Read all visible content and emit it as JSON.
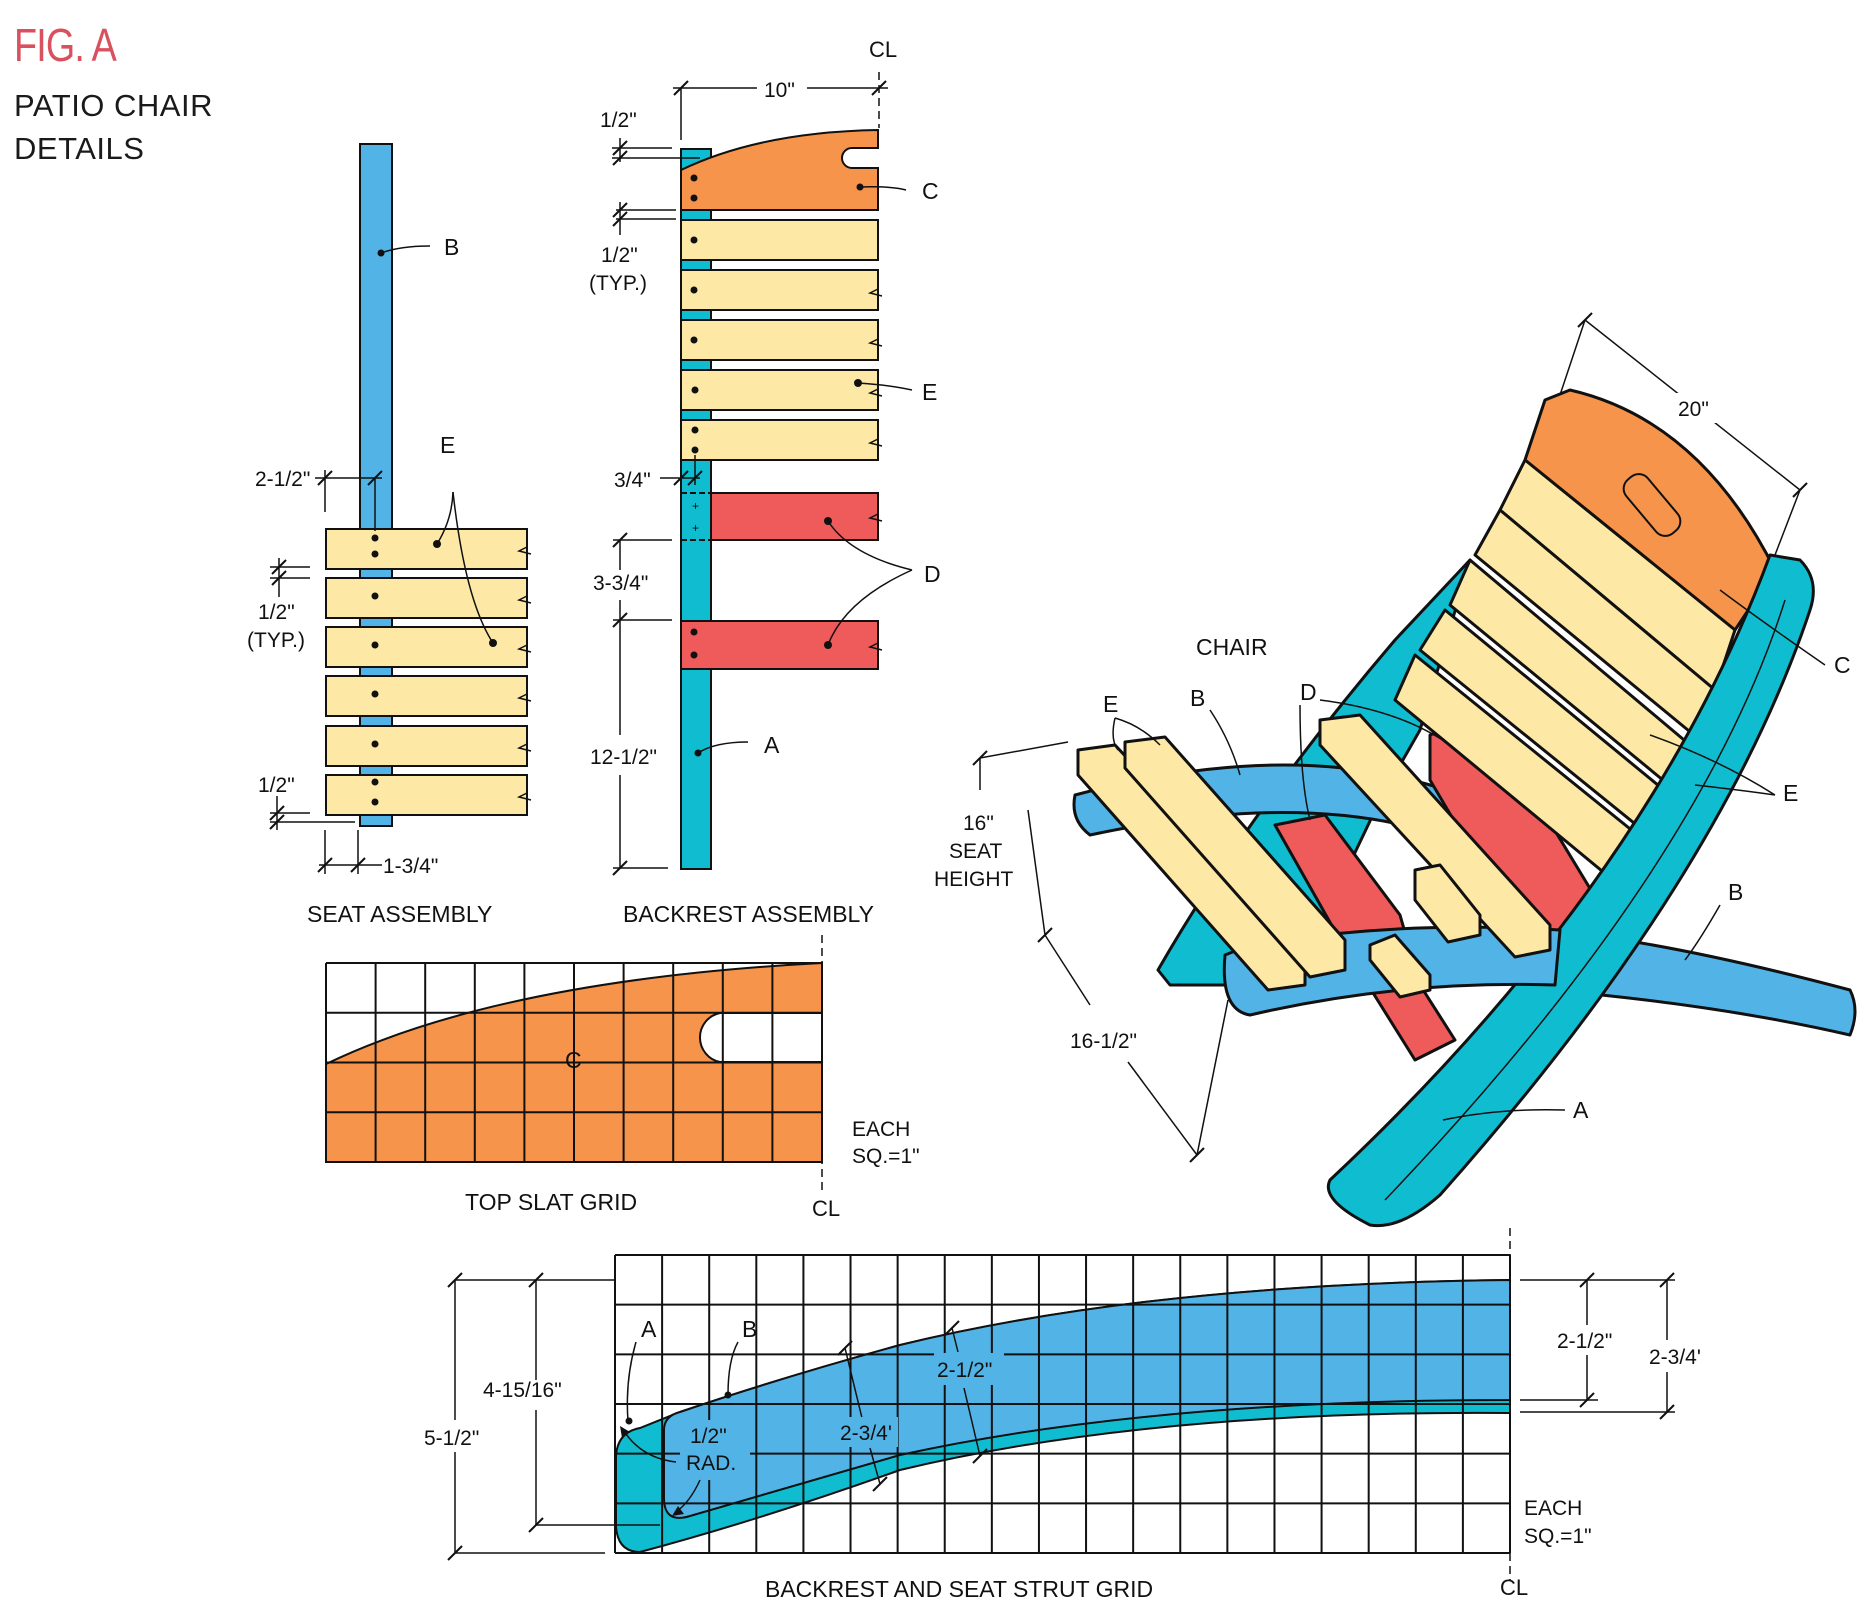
{
  "figure": {
    "title": "FIG. A",
    "subtitle_line1": "PATIO CHAIR",
    "subtitle_line2": "DETAILS",
    "title_color": "#d9505e"
  },
  "colors": {
    "part_a": "#10bccf",
    "part_b": "#52b4e6",
    "part_c": "#f5944a",
    "part_d": "#ef5a5a",
    "part_e": "#fde8a6",
    "outline": "#111111"
  },
  "parts": {
    "a": "A",
    "b": "B",
    "c": "C",
    "d": "D",
    "e": "E"
  },
  "seat_assembly": {
    "caption": "SEAT ASSEMBLY",
    "dims": {
      "offset": "2-1/2\"",
      "gap": "1/2\"",
      "gap_note": "(TYP.)",
      "end_gap": "1/2\"",
      "width": "1-3/4\""
    }
  },
  "backrest_assembly": {
    "caption": "BACKREST ASSEMBLY",
    "centerline": "CL",
    "dims": {
      "half_width": "10\"",
      "top_offset": "1/2\"",
      "gap": "1/2\"",
      "gap_note": "(TYP.)",
      "d_offset": "3/4\"",
      "d_spacing": "3-3/4\"",
      "bottom": "12-1/2\""
    }
  },
  "top_slat_grid": {
    "caption": "TOP SLAT GRID",
    "scale_line1": "EACH",
    "scale_line2": "SQ.=1\"",
    "columns": 10,
    "rows": 4
  },
  "strut_grid": {
    "caption": "BACKREST AND SEAT STRUT GRID",
    "scale_line1": "EACH",
    "scale_line2": "SQ.=1\"",
    "columns": 19,
    "rows": 6,
    "dims": {
      "overall": "5-1/2\"",
      "inner": "4-15/16\"",
      "radius_line1": "1/2\"",
      "radius_line2": "RAD.",
      "width_a": "2-3/4'",
      "width_b": "2-1/2\"",
      "right_b": "2-1/2\"",
      "right_a": "2-3/4'"
    }
  },
  "chair": {
    "caption": "CHAIR",
    "dims": {
      "width": "20\"",
      "seat_height_line1": "16\"",
      "seat_height_line2": "SEAT",
      "seat_height_line3": "HEIGHT",
      "seat_depth": "16-1/2\""
    }
  }
}
